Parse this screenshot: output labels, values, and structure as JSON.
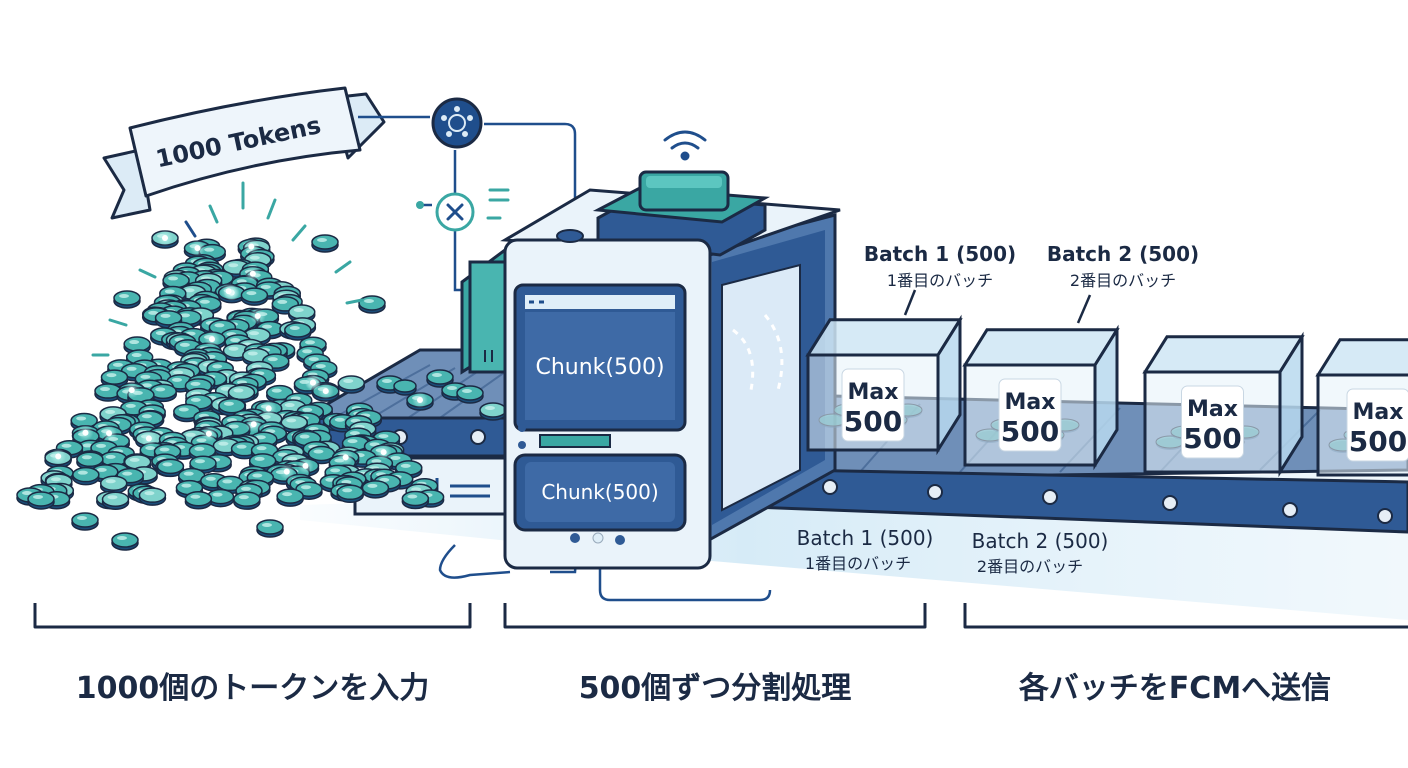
{
  "banner": {
    "text": "1000 Tokens"
  },
  "machine": {
    "screen_top": "Chunk(500)",
    "screen_bottom": "Chunk(500)"
  },
  "batch_labels_top": [
    {
      "title": "Batch 1 (500)",
      "sub": "1番目のバッチ"
    },
    {
      "title": "Batch 2 (500)",
      "sub": "2番目のバッチ"
    }
  ],
  "batch_labels_bottom": [
    {
      "title": "Batch 1 (500)",
      "sub": "1番目のバッチ"
    },
    {
      "title": "Batch 2 (500)",
      "sub": "2番目のバッチ"
    }
  ],
  "boxes": [
    {
      "line1": "Max",
      "line2": "500"
    },
    {
      "line1": "Max",
      "line2": "500"
    },
    {
      "line1": "Max",
      "line2": "500"
    },
    {
      "line1": "Max",
      "line2": "500"
    }
  ],
  "steps": [
    {
      "caption": "1000個のトークンを入力"
    },
    {
      "caption": "500個ずつ分割処理"
    },
    {
      "caption": "各バッチをFCMへ送信"
    }
  ],
  "colors": {
    "navy": "#1f4e8c",
    "teal": "#3aa7a3",
    "outline": "#1b2a44",
    "light_blue": "#dfeef8"
  }
}
